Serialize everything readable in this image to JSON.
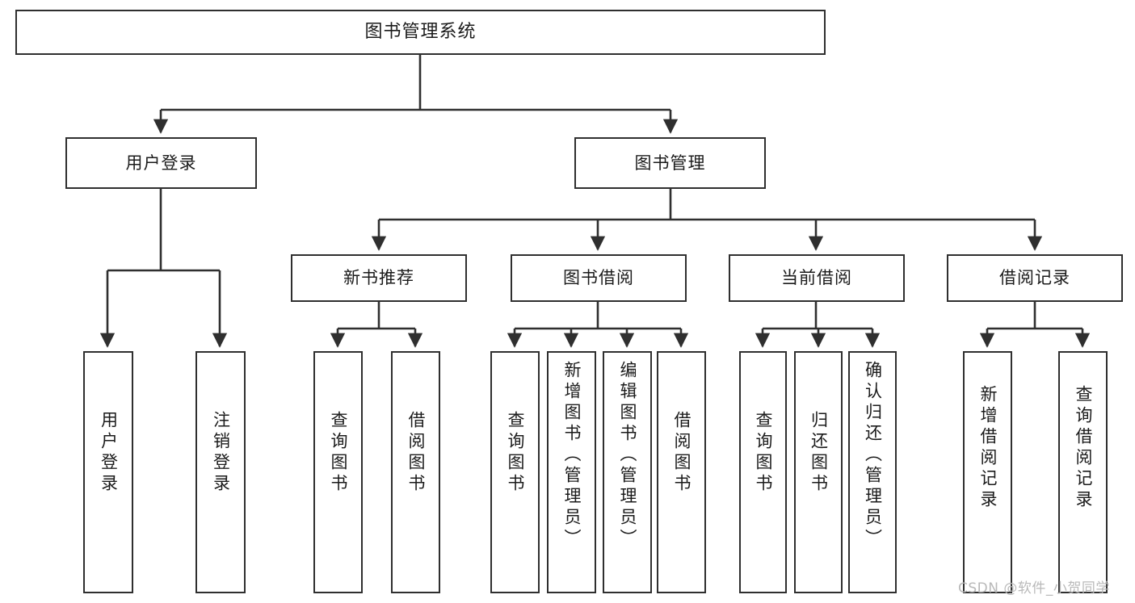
{
  "diagram": {
    "title": "图书管理系统",
    "watermark": "CSDN @软件_小贺同学",
    "colors": {
      "background": "#ffffff",
      "stroke": "#2f2f2f",
      "text": "#1b1b1b",
      "watermark": "#b9b9b9"
    },
    "root": {
      "label": "图书管理系统"
    },
    "level2": [
      {
        "label": "用户登录"
      },
      {
        "label": "图书管理"
      }
    ],
    "level3": [
      {
        "label": "新书推荐"
      },
      {
        "label": "图书借阅"
      },
      {
        "label": "当前借阅"
      },
      {
        "label": "借阅记录"
      }
    ],
    "leaves": {
      "user_login": [
        {
          "label": "用户登录"
        },
        {
          "label": "注销登录"
        }
      ],
      "new_book_recommend": [
        {
          "label": "查询图书"
        },
        {
          "label": "借阅图书"
        }
      ],
      "book_borrow": [
        {
          "label": "查询图书"
        },
        {
          "label": "新增图书（管理员）"
        },
        {
          "label": "编辑图书（管理员）"
        },
        {
          "label": "借阅图书"
        }
      ],
      "current_borrow": [
        {
          "label": "查询图书"
        },
        {
          "label": "归还图书"
        },
        {
          "label": "确认归还（管理员）"
        }
      ],
      "borrow_record": [
        {
          "label": "新增借阅记录"
        },
        {
          "label": "查询借阅记录"
        }
      ]
    }
  }
}
